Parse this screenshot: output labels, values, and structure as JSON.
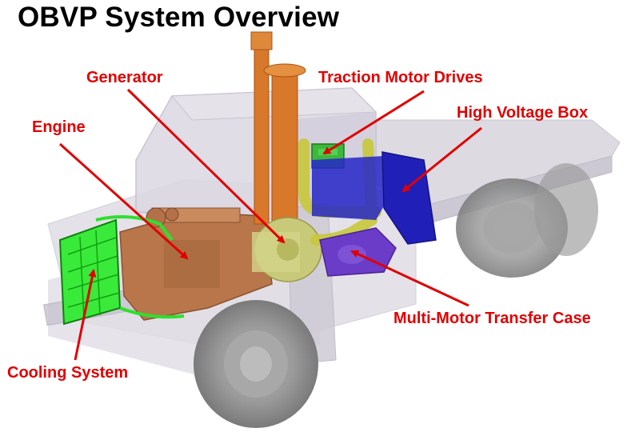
{
  "title": "OBVP System Overview",
  "colors": {
    "label": "#e10000",
    "engine": "#b8764a",
    "exhaust": "#d8782a",
    "cooling": "#2ee02e",
    "generator": "#c9c97a",
    "traction_drives": "#3cb83c",
    "high_voltage_box": "#2626c8",
    "transfer_case": "#6a3cc8",
    "body_ghost": "#c8c4d0",
    "tire": "#8c8c8c"
  },
  "labels": {
    "generator": "Generator",
    "traction_motor_drives": "Traction Motor Drives",
    "engine": "Engine",
    "high_voltage_box": "High Voltage Box",
    "multi_motor_transfer_case": "Multi-Motor Transfer Case",
    "cooling_system": "Cooling System"
  }
}
